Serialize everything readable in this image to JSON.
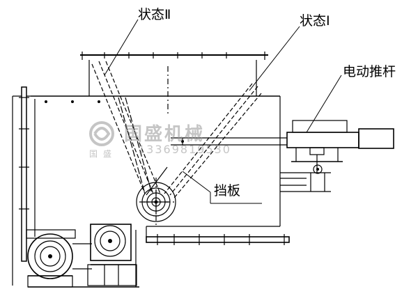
{
  "labels": {
    "state_2": "状态Ⅱ",
    "state_1": "状态Ⅰ",
    "electric_actuator": "电动推杆",
    "baffle": "挡板"
  },
  "watermark": {
    "name": "国盛机械",
    "phone": "13369819530",
    "tag": "国盛"
  },
  "colors": {
    "ink": "#000000",
    "watermark": "#9a9a9a"
  }
}
